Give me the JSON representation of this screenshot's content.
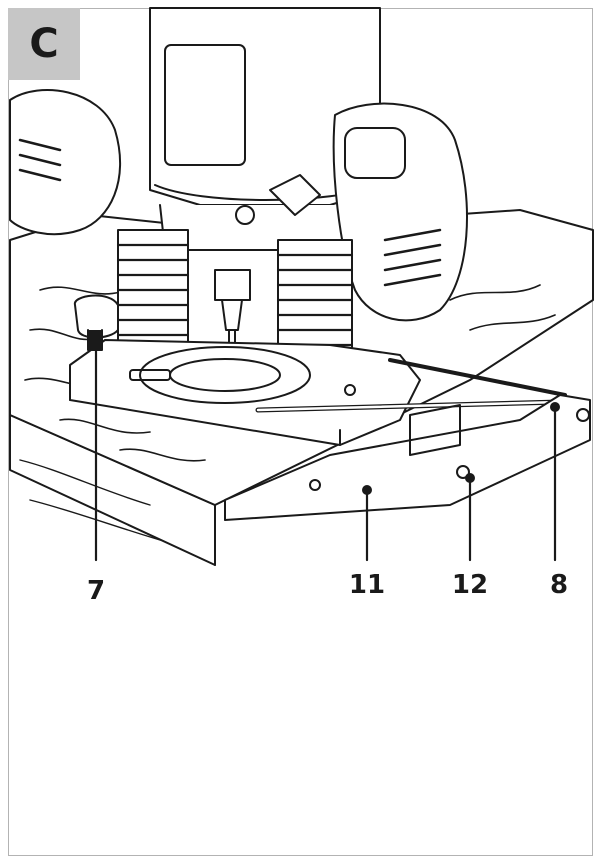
{
  "panel": {
    "letter": "C"
  },
  "callouts": [
    {
      "label": "7"
    },
    {
      "label": "11"
    },
    {
      "label": "12"
    },
    {
      "label": "8"
    }
  ],
  "colors": {
    "line": "#1a1a1a",
    "badge": "#c6c6c6",
    "frame": "#b3b3b3"
  }
}
